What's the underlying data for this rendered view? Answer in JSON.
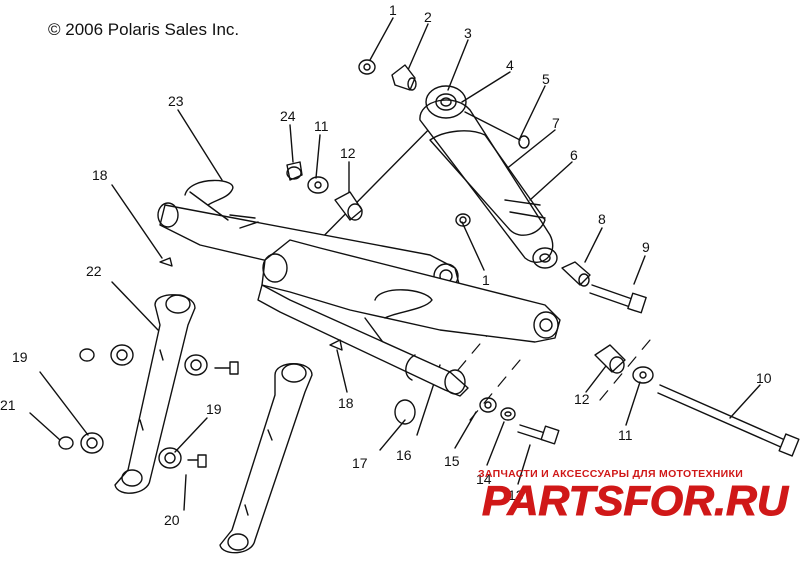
{
  "copyright": "© 2006 Polaris Sales Inc.",
  "watermark": {
    "tagline": "ЗАПЧАСТИ И АКСЕССУАРЫ ДЛЯ МОТОТЕХНИКИ",
    "logo": "PARTSFOR.RU"
  },
  "callouts": {
    "c1a": "1",
    "c2": "2",
    "c3": "3",
    "c4": "4",
    "c5": "5",
    "c7": "7",
    "c6": "6",
    "c23": "23",
    "c24": "24",
    "c11a": "11",
    "c12a": "12",
    "c18a": "18",
    "c1b": "1",
    "c8": "8",
    "c9": "9",
    "c22": "22",
    "c19a": "19",
    "c21": "21",
    "c19b": "19",
    "c20": "20",
    "c18b": "18",
    "c17": "17",
    "c16": "16",
    "c15": "15",
    "c14": "14",
    "c13": "13",
    "c12b": "12",
    "c11b": "11",
    "c10": "10"
  },
  "colors": {
    "line": "#111111",
    "watermark": "#d01818"
  }
}
